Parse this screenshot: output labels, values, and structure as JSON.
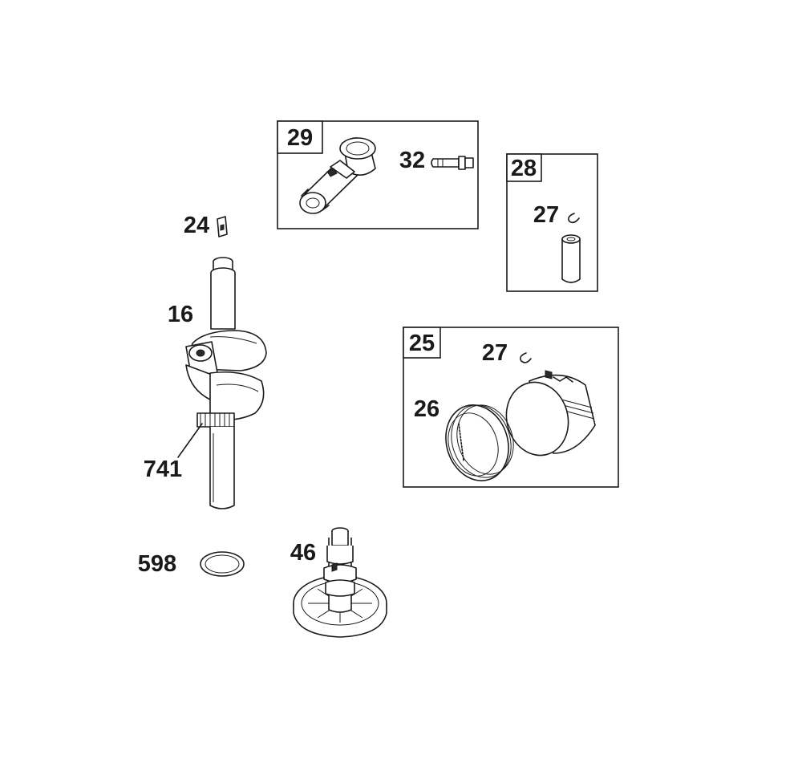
{
  "callouts": {
    "connecting_rod_kit": "29",
    "rod_bolt": "32",
    "piston_pin_kit": "28",
    "retainer_in_pin_kit": "27",
    "piston_assembly": "25",
    "retainer_in_piston_kit": "27",
    "piston_rings": "26",
    "crankshaft_key": "24",
    "crankshaft": "16",
    "timing_gear": "741",
    "oil_seal_ring": "598",
    "camshaft": "46"
  }
}
